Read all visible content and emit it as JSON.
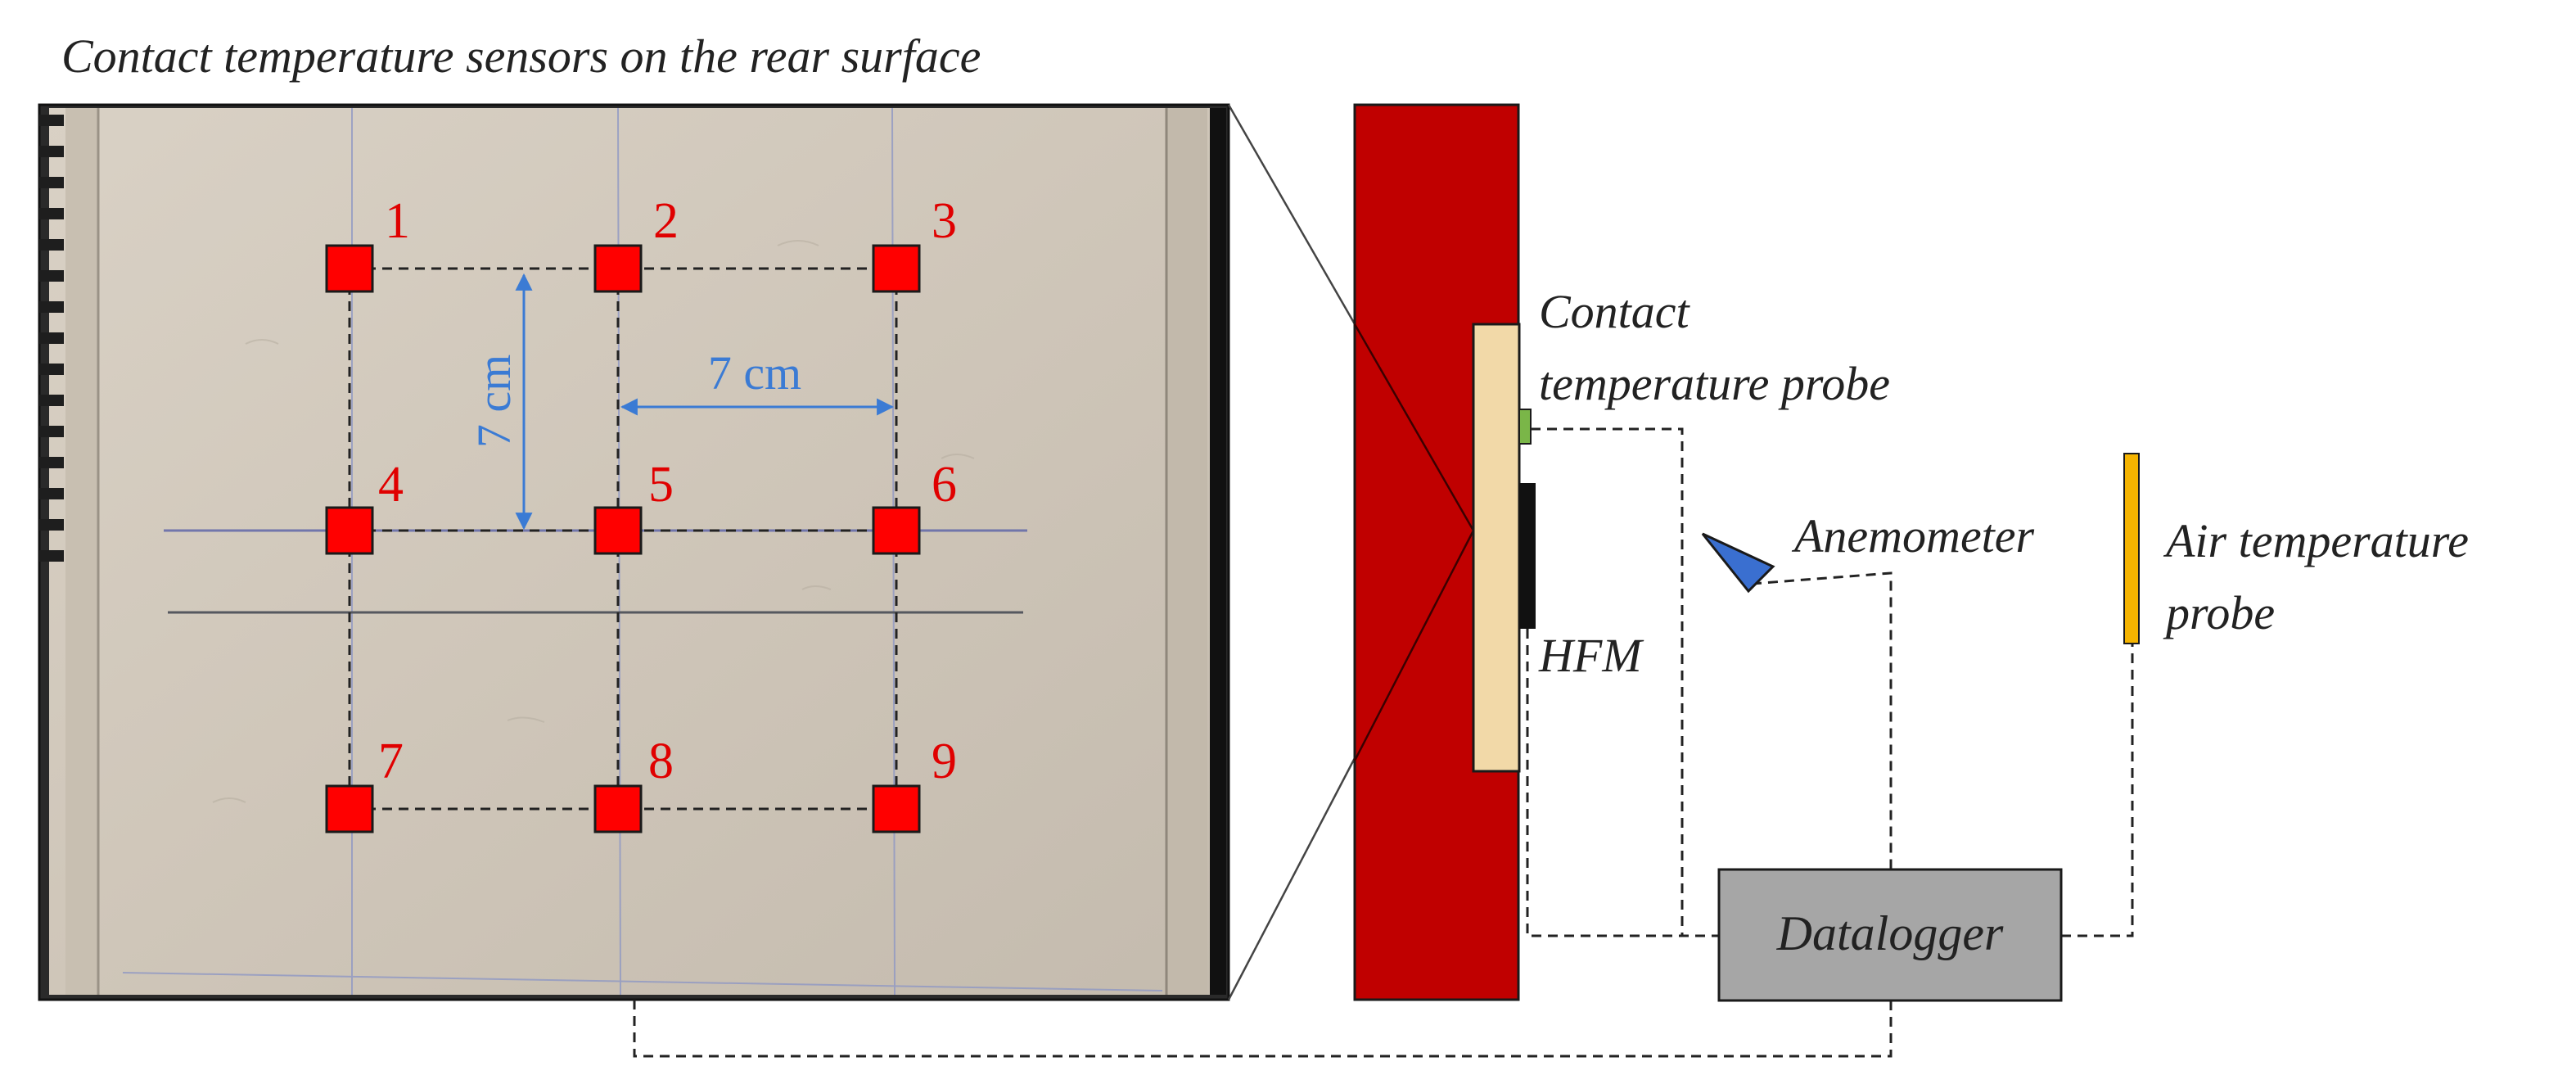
{
  "caption": "Contact temperature sensors on the rear surface",
  "sensor_numbers": [
    "1",
    "2",
    "3",
    "4",
    "5",
    "6",
    "7",
    "8",
    "9"
  ],
  "spacing_vertical": "7 cm",
  "spacing_horizontal": "7 cm",
  "labels": {
    "contact_probe_line1": "Contact",
    "contact_probe_line2": "temperature probe",
    "anemometer": "Anemometer",
    "air_probe_line1": "Air temperature",
    "air_probe_line2": "probe",
    "hfm": "HFM",
    "datalogger": "Datalogger"
  },
  "colors": {
    "sensor": "#ff0000",
    "wall": "#c00000",
    "specimen": "#f2d9a8",
    "dimension": "#3b7bd4",
    "anemometer": "#3a6fd0",
    "air_probe": "#f5b400",
    "contact_probe": "#7ab648",
    "datalogger": "#a6a6a6"
  }
}
